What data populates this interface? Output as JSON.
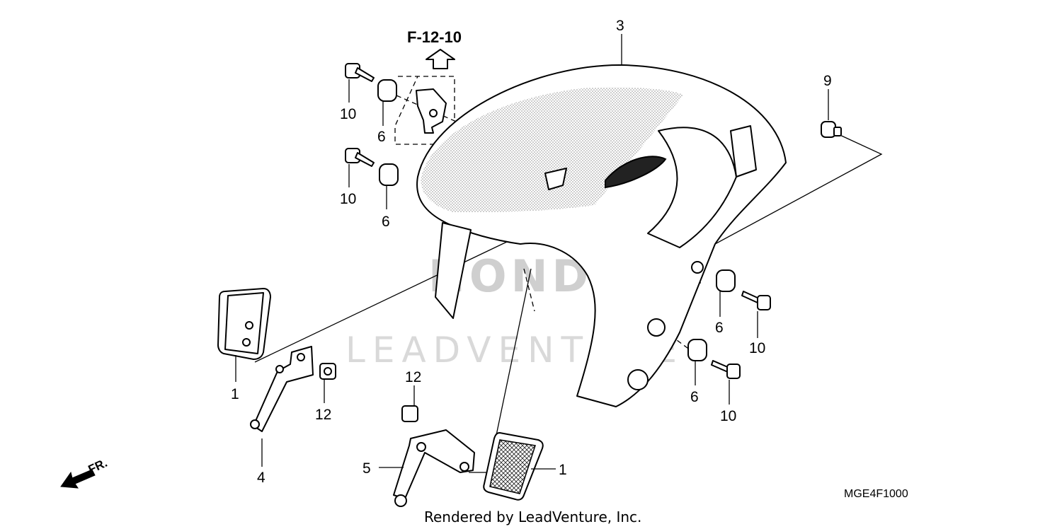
{
  "reference": {
    "label": "F-12-10"
  },
  "callouts": [
    {
      "id": "c3",
      "text": "3"
    },
    {
      "id": "c9",
      "text": "9"
    },
    {
      "id": "c10a",
      "text": "10"
    },
    {
      "id": "c6a",
      "text": "6"
    },
    {
      "id": "c10b",
      "text": "10"
    },
    {
      "id": "c6b",
      "text": "6"
    },
    {
      "id": "c6c",
      "text": "6"
    },
    {
      "id": "c10c",
      "text": "10"
    },
    {
      "id": "c6d",
      "text": "6"
    },
    {
      "id": "c10d",
      "text": "10"
    },
    {
      "id": "c1a",
      "text": "1"
    },
    {
      "id": "c12a",
      "text": "12"
    },
    {
      "id": "c4",
      "text": "4"
    },
    {
      "id": "c12b",
      "text": "12"
    },
    {
      "id": "c5",
      "text": "5"
    },
    {
      "id": "c1b",
      "text": "1"
    }
  ],
  "direction_marker": {
    "label": "FR.",
    "icon": "arrow-front-icon"
  },
  "diagram_code": "MGE4F1000",
  "watermark": {
    "logo_text": "HONDA",
    "brand_text": "LEADVENTURE"
  },
  "footer": {
    "rendered_by": "Rendered by LeadVenture, Inc."
  },
  "colors": {
    "line": "#000000",
    "watermark": "#d9d9d9",
    "background": "#ffffff"
  }
}
